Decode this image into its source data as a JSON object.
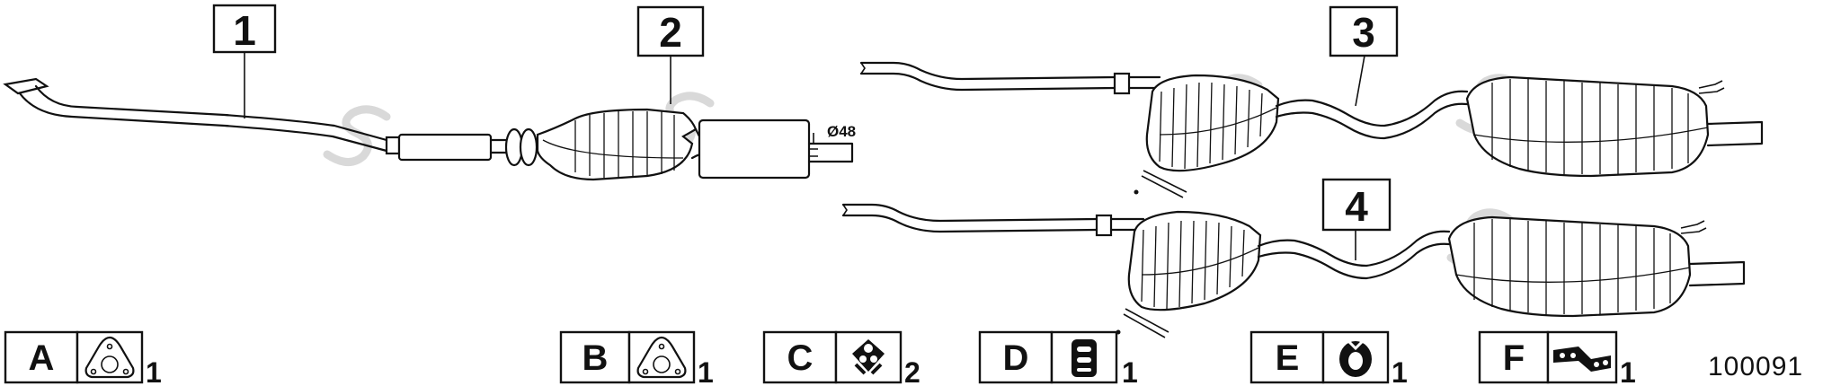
{
  "callouts": [
    {
      "id": "1",
      "label": "1"
    },
    {
      "id": "2",
      "label": "2"
    },
    {
      "id": "3",
      "label": "3"
    },
    {
      "id": "4",
      "label": "4"
    }
  ],
  "diameter_annotation": "Ø48",
  "accessories": [
    {
      "letter": "A",
      "qty": "1",
      "icon": "gasket-triangle-icon"
    },
    {
      "letter": "B",
      "qty": "1",
      "icon": "gasket-triangle-icon"
    },
    {
      "letter": "C",
      "qty": "2",
      "icon": "rubber-mount-icon"
    },
    {
      "letter": "D",
      "qty": "1",
      "icon": "rubber-hanger-block-icon"
    },
    {
      "letter": "E",
      "qty": "1",
      "icon": "rubber-ring-icon"
    },
    {
      "letter": "F",
      "qty": "1",
      "icon": "bracket-strap-icon"
    }
  ],
  "diagram_code": "100091"
}
